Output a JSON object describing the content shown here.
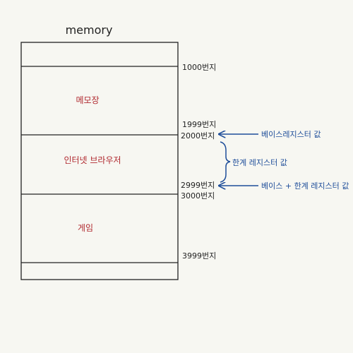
{
  "title": "memory",
  "addresses": {
    "a1000": "1000번지",
    "a1999": "1999번지",
    "a2000": "2000번지",
    "a2999": "2999번지",
    "a3000": "3000번지",
    "a3999": "3999번지"
  },
  "segments": {
    "seg1": "메모장",
    "seg2": "인터넷 브라우저",
    "seg3": "게임"
  },
  "annotations": {
    "base": "베이스레지스터 값",
    "limit": "한계 레지스터 값",
    "sum": "베이스 + 한계 레지스터 값"
  },
  "colors": {
    "ink": "#222222",
    "segment_label": "#b0282e",
    "annotation": "#1f4e9a"
  }
}
